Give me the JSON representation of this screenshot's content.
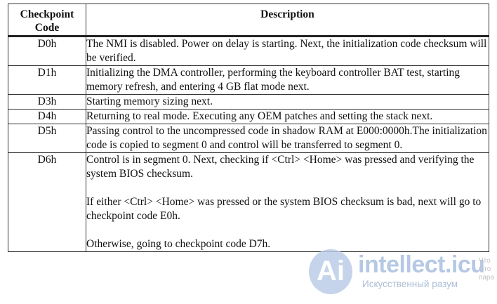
{
  "table": {
    "headers": {
      "code": "Checkpoint Code",
      "description": "Description"
    },
    "rows": [
      {
        "code": "D0h",
        "description": [
          "The NMI is disabled. Power on delay is starting. Next, the initialization code checksum will be verified."
        ]
      },
      {
        "code": "D1h",
        "description": [
          "Initializing the DMA controller, performing the keyboard controller BAT test, starting memory refresh, and entering 4 GB flat mode next."
        ]
      },
      {
        "code": "D3h",
        "description": [
          "Starting memory sizing next."
        ]
      },
      {
        "code": "D4h",
        "description": [
          "Returning to real mode. Executing any OEM patches and setting the stack next."
        ]
      },
      {
        "code": "D5h",
        "description": [
          "Passing control to the uncompressed code in shadow RAM at E000:0000h.The initialization code is copied to segment 0 and control will be transferred to segment 0."
        ]
      },
      {
        "code": "D6h",
        "description": [
          "Control is in segment 0. Next, checking if <Ctrl> <Home> was pressed and verifying the system BIOS checksum.",
          "If either <Ctrl> <Home> was pressed or the system BIOS checksum is bad, next will go to checkpoint code E0h.",
          "Otherwise, going to checkpoint code D7h."
        ]
      }
    ]
  },
  "watermark": {
    "logo_text": "Ai",
    "name": "intellect.icu",
    "tagline": "Искусственный разум",
    "edge_lines": [
      "Что",
      "Сто",
      "пара"
    ]
  }
}
